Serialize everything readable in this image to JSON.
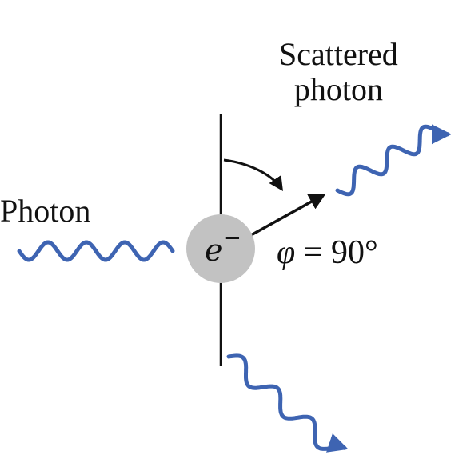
{
  "labels": {
    "incoming_photon": "Photon",
    "scattered_photon_line1": "Scattered",
    "scattered_photon_line2": "photon",
    "electron_symbol": "e",
    "electron_charge": "−",
    "angle_symbol": "φ",
    "angle_equals": "=",
    "angle_value": "90°"
  },
  "colors": {
    "wave": "#3e64b2",
    "electron_fill": "#c2c2c2",
    "axis_line": "#111111",
    "arrow": "#111111"
  }
}
